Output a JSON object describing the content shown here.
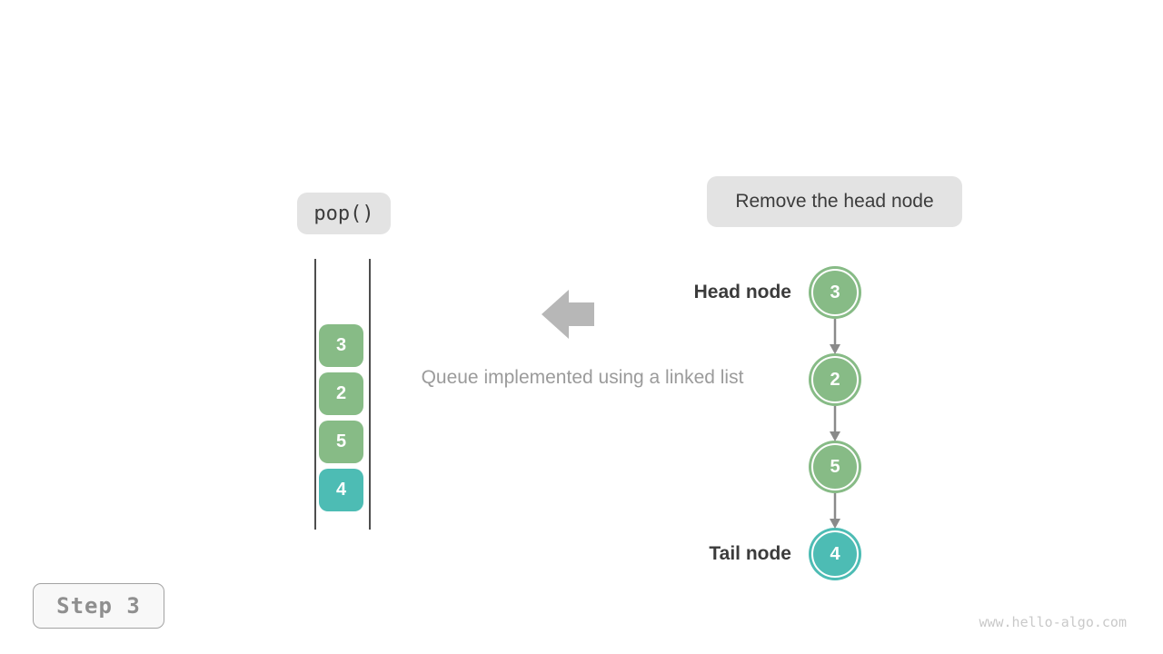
{
  "labels": {
    "operation": "pop()",
    "instruction": "Remove the head node",
    "caption": "Queue implemented using a linked list",
    "head_label": "Head node",
    "tail_label": "Tail node",
    "step": "Step 3",
    "watermark": "www.hello-algo.com"
  },
  "queue_stack": {
    "items": [
      {
        "value": "3",
        "color": "#87bb86"
      },
      {
        "value": "2",
        "color": "#87bb86"
      },
      {
        "value": "5",
        "color": "#87bb86"
      },
      {
        "value": "4",
        "color": "#4dbcb4"
      }
    ]
  },
  "linked_list": {
    "nodes": [
      {
        "value": "3",
        "role": "head",
        "color": "#87bb86"
      },
      {
        "value": "2",
        "role": "",
        "color": "#87bb86"
      },
      {
        "value": "5",
        "role": "",
        "color": "#87bb86"
      },
      {
        "value": "4",
        "role": "tail",
        "color": "#4dbcb4"
      }
    ]
  },
  "icons": {
    "left_block_arrow": "block-arrow-left",
    "down_arrow": "arrow-down"
  },
  "colors": {
    "node_green": "#87bb86",
    "node_teal": "#4dbcb4",
    "badge_bg": "#e3e3e3",
    "block_arrow_gray": "#b7b7b7",
    "connector_gray": "#8a8a8a",
    "rail_dark": "#4e4e4e",
    "text_dark": "#3c3c3c",
    "caption_gray": "#9b9b9b",
    "step_gray": "#8f8f8f",
    "watermark_gray": "#c9c9c9"
  }
}
